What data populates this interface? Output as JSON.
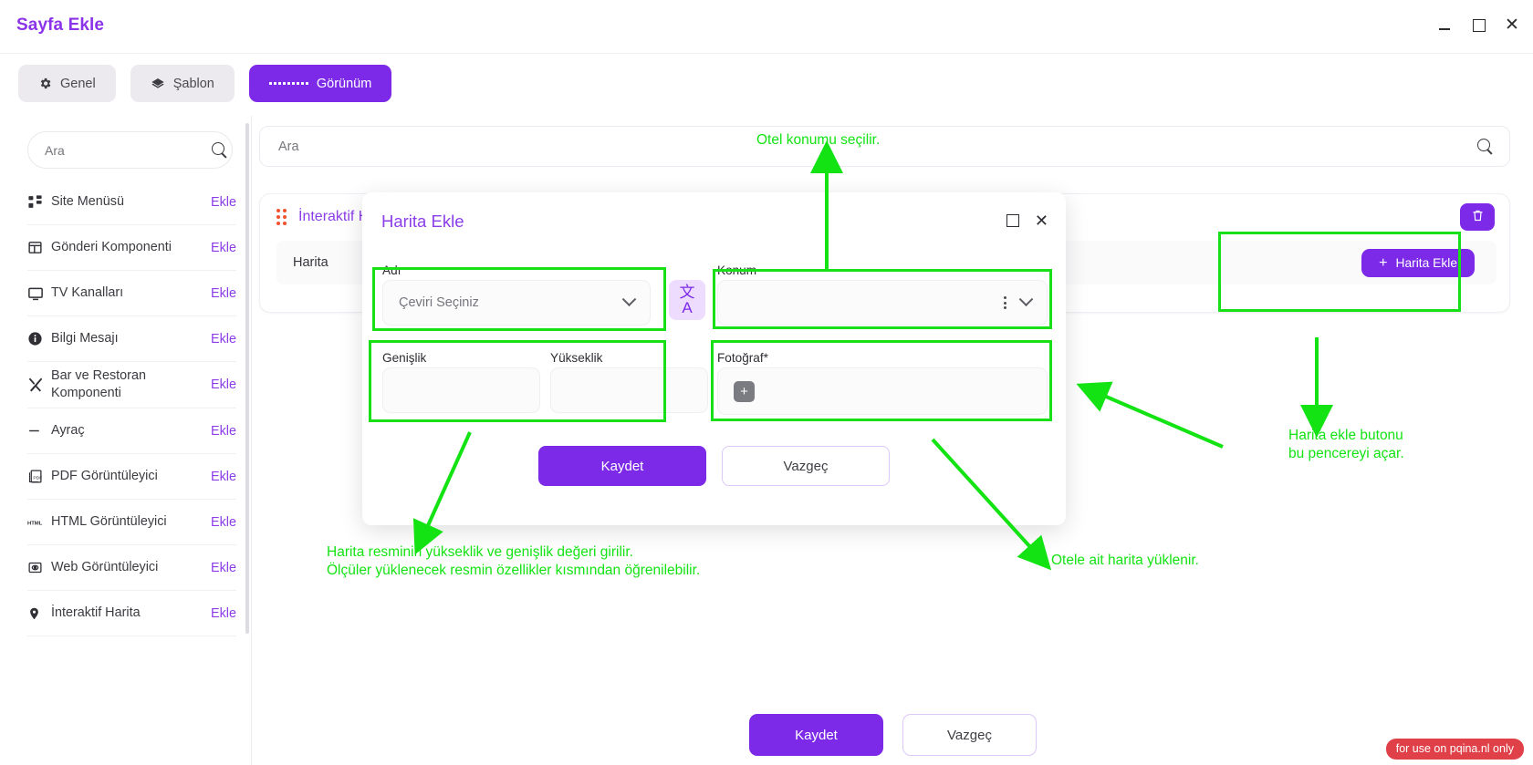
{
  "window": {
    "title": "Sayfa Ekle",
    "controls": {
      "minimize": "minimize-icon",
      "maximize": "maximize-icon",
      "close": "close-icon"
    }
  },
  "tabs": [
    {
      "label": "Genel",
      "icon": "gear-icon",
      "active": false
    },
    {
      "label": "Şablon",
      "icon": "layers-icon",
      "active": false
    },
    {
      "label": "Görünüm",
      "icon": "grid-icon",
      "active": true
    }
  ],
  "sidebar": {
    "search": {
      "placeholder": "Ara",
      "value": "",
      "icon": "search-icon"
    },
    "items": [
      {
        "label": "Site Menüsü",
        "action": "Ekle",
        "icon": "sitemap-icon"
      },
      {
        "label": "Gönderi Komponenti",
        "action": "Ekle",
        "icon": "post-grid-icon"
      },
      {
        "label": "TV Kanalları",
        "action": "Ekle",
        "icon": "tv-monitor-icon"
      },
      {
        "label": "Bilgi Mesajı",
        "action": "Ekle",
        "icon": "info-circle-icon"
      },
      {
        "label": "Bar ve Restoran Komponenti",
        "action": "Ekle",
        "icon": "fork-spoon-icon"
      },
      {
        "label": "Ayraç",
        "action": "Ekle",
        "icon": "divider-line-icon"
      },
      {
        "label": "PDF Görüntüleyici",
        "action": "Ekle",
        "icon": "pdf-file-icon"
      },
      {
        "label": "HTML Görüntüleyici",
        "action": "Ekle",
        "icon": "html-tag-icon"
      },
      {
        "label": "Web Görüntüleyici",
        "action": "Ekle",
        "icon": "web-eye-icon"
      },
      {
        "label": "İnteraktif Harita",
        "action": "Ekle",
        "icon": "map-pin-icon"
      }
    ]
  },
  "main": {
    "search": {
      "placeholder": "Ara",
      "value": "",
      "icon": "search-icon"
    },
    "component": {
      "handle_icon": "drag-handle-icon",
      "title": "İnteraktif Harita",
      "delete_icon": "trash-icon",
      "row_label": "Harita",
      "add_button": {
        "label": "Harita Ekle",
        "icon": "plus-icon"
      }
    },
    "footer_buttons": {
      "save": "Kaydet",
      "cancel": "Vazgeç"
    }
  },
  "modal": {
    "title": "Harita Ekle",
    "maximize_icon": "maximize-icon",
    "close_icon": "close-icon",
    "fields": {
      "name": {
        "label": "Adı",
        "placeholder": "Çeviri Seçiniz",
        "value": "",
        "chevron": "chevron-down-icon"
      },
      "translate_button": {
        "icon": "translate-icon",
        "glyph": "文A"
      },
      "location": {
        "label": "Konum",
        "value": "",
        "kebab": "kebab-menu-icon",
        "chevron": "chevron-down-icon"
      },
      "width": {
        "label": "Genişlik",
        "value": ""
      },
      "height": {
        "label": "Yükseklik",
        "value": ""
      },
      "photo": {
        "label": "Fotoğraf*",
        "add_icon": "plus-square-icon"
      }
    },
    "buttons": {
      "save": "Kaydet",
      "cancel": "Vazgeç"
    }
  },
  "annotations": [
    {
      "id": "a1",
      "text": "Otel konumu seçilir."
    },
    {
      "id": "a2",
      "text": "Harita ekle butonu\nbu pencereyi açar."
    },
    {
      "id": "a3",
      "text": "Harita resminin yükseklik ve genişlik değeri girilir.\nÖlçüler yüklenecek resmin özellikler kısmından öğrenilebilir."
    },
    {
      "id": "a4",
      "text": "Otele ait harita yüklenir."
    }
  ],
  "watermark": "for use on pqina.nl only",
  "colors": {
    "brand": "#7c2ae8",
    "brand_text": "#8b3de8",
    "annotation": "#13e213",
    "watermark_bg": "#e04048"
  }
}
